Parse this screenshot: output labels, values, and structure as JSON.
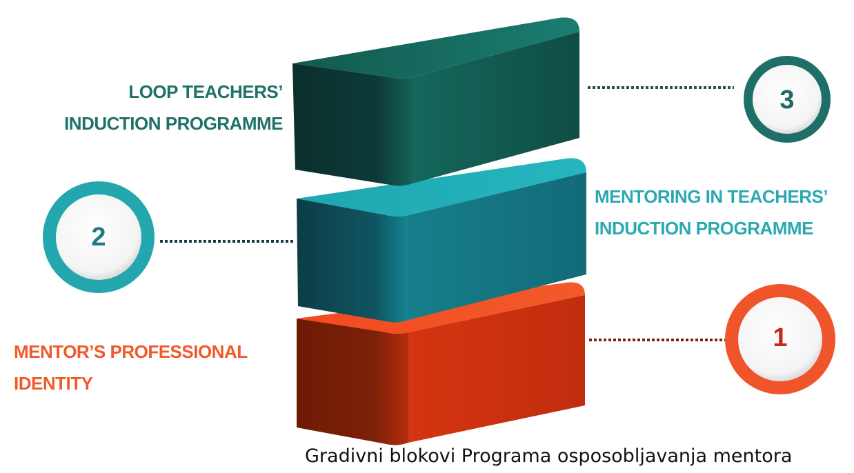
{
  "blocks": [
    {
      "number": "3",
      "label_line1": "LOOP TEACHERS’",
      "label_line2": "INDUCTION PROGRAMME",
      "color": "#1e7168"
    },
    {
      "number": "2",
      "label_line1": "MENTORING IN TEACHERS’",
      "label_line2": "INDUCTION PROGRAMME",
      "color": "#2aaab0"
    },
    {
      "number": "1",
      "label_line1": "MENTOR’S PROFESSIONAL",
      "label_line2": "IDENTITY",
      "color": "#f05a2b"
    }
  ],
  "caption": "Gradivni blokovi Programa osposobljavanja mentora"
}
